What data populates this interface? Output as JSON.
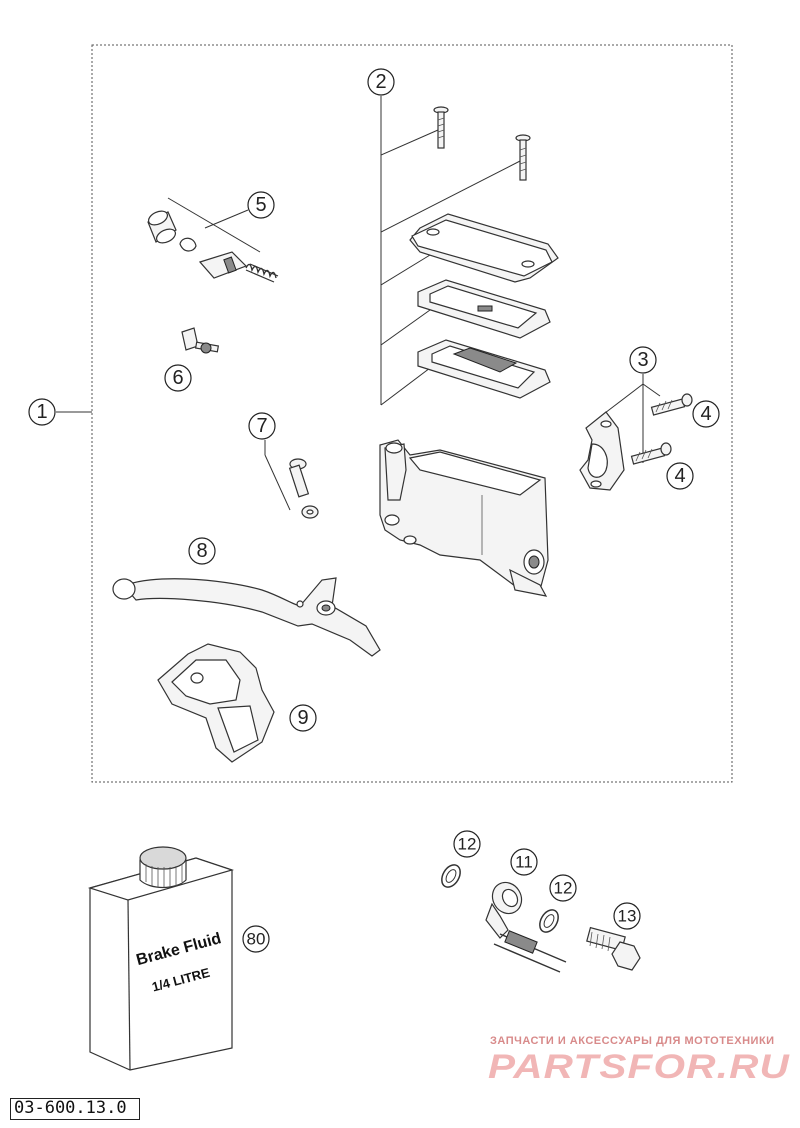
{
  "callouts": {
    "c1": "1",
    "c2": "2",
    "c3": "3",
    "c4a": "4",
    "c4b": "4",
    "c5": "5",
    "c6": "6",
    "c7": "7",
    "c8": "8",
    "c9": "9",
    "c11": "11",
    "c12a": "12",
    "c12b": "12",
    "c13": "13",
    "c80": "80"
  },
  "bottle": {
    "line1": "Brake Fluid",
    "line2": "1/4 LITRE"
  },
  "watermark": {
    "tagline": "ЗАПЧАСТИ И АКСЕССУАРЫ ДЛЯ МОТОТЕХНИКИ",
    "brand": "PARTSFOR.RU"
  },
  "reference_code": "03-600.13.0"
}
